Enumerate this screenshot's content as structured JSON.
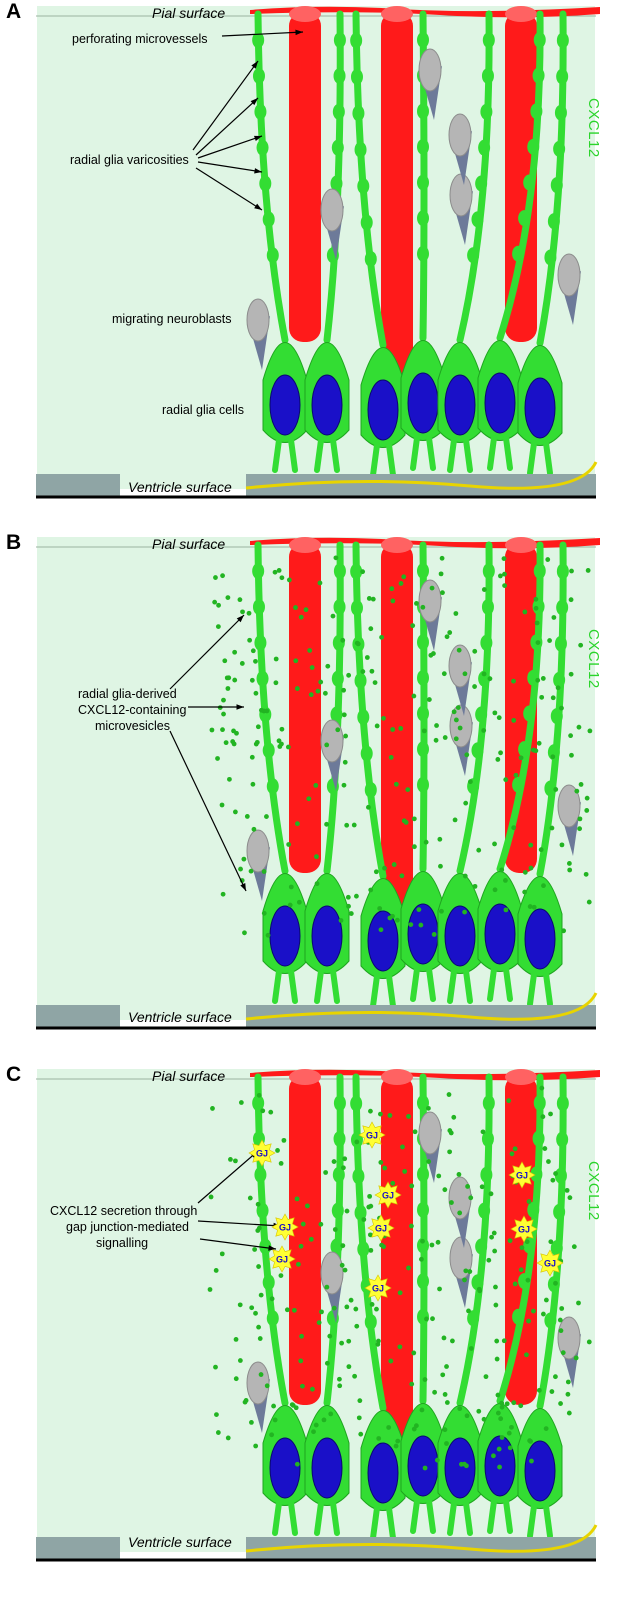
{
  "panels": [
    {
      "label": "A",
      "pial": "Pial surface",
      "ventricle": "Ventricle surface",
      "side_label": "CXCL12",
      "annotations": [
        "perforating microvessels",
        "radial glia varicosities",
        "migrating neuroblasts",
        "radial glia cells"
      ]
    },
    {
      "label": "B",
      "pial": "Pial surface",
      "ventricle": "Ventricle surface",
      "side_label": "CXCL12",
      "annotations": [
        "radial glia-derived",
        "CXCL12-containing",
        "microvesicles"
      ]
    },
    {
      "label": "C",
      "pial": "Pial surface",
      "ventricle": "Ventricle surface",
      "side_label": "CXCL12",
      "annotations": [
        "CXCL12 secretion through",
        "gap junction-mediated",
        "signalling"
      ],
      "gj_badge": "GJ"
    }
  ],
  "colors": {
    "background": "#dff5e4",
    "vessel": "#ff1a1a",
    "glia": "#33dd33",
    "nucleus": "#1a10c8",
    "neuroblast": "#b5b5b5",
    "ventricle": "#8fa5a5",
    "gj": "#ffff33"
  }
}
